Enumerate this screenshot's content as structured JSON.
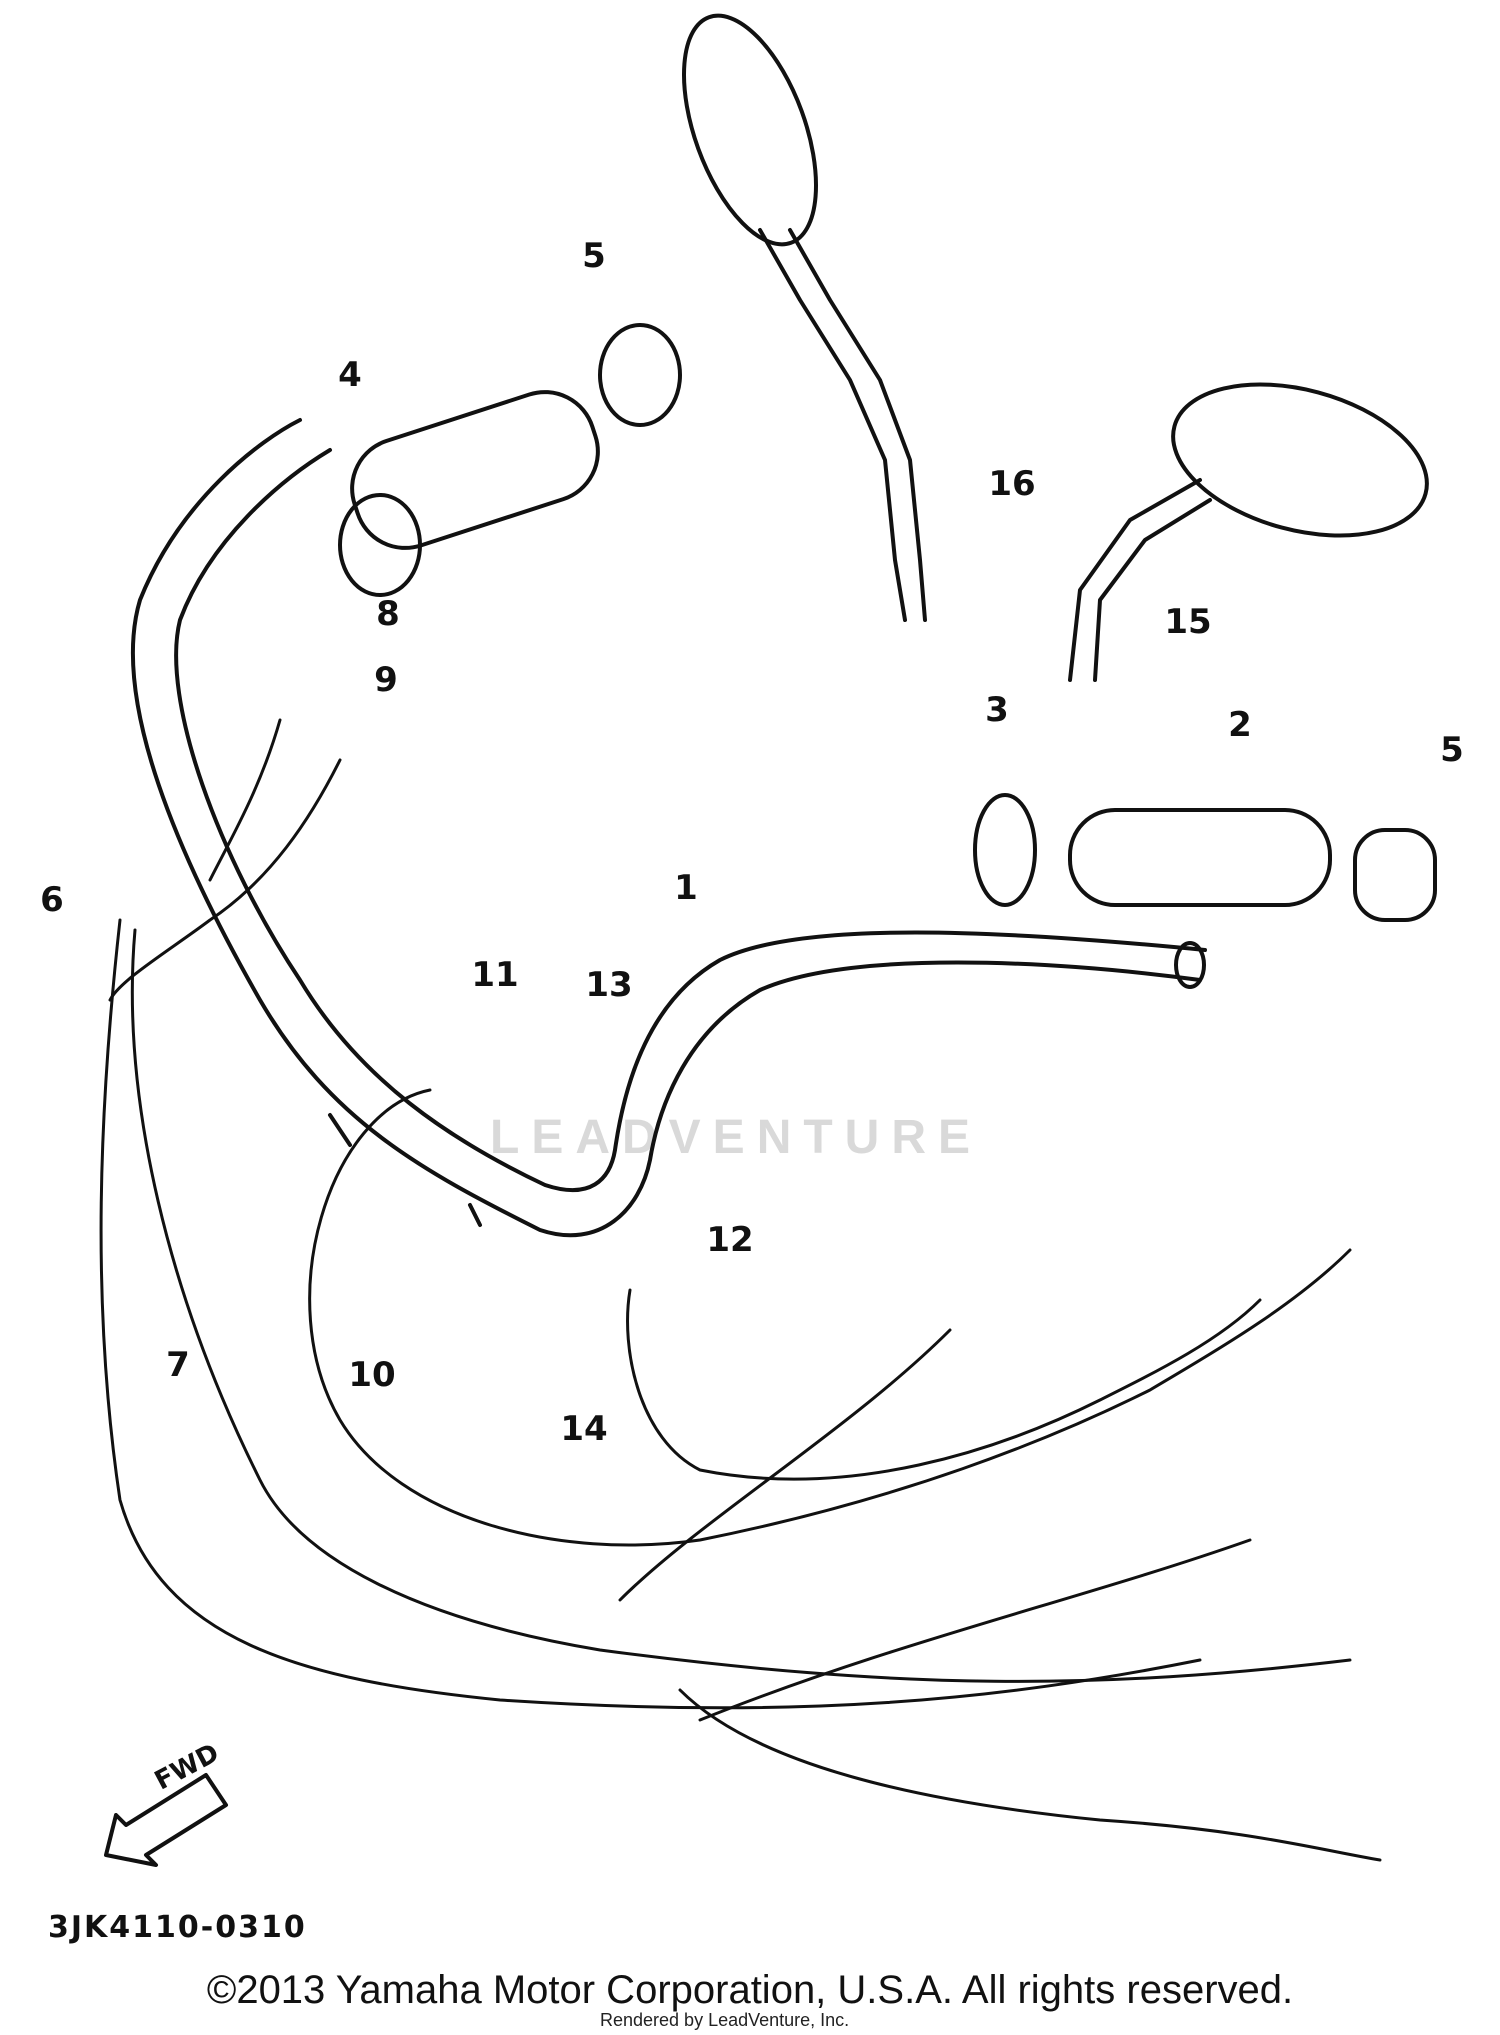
{
  "callouts": [
    {
      "id": "label-1",
      "text": "1"
    },
    {
      "id": "label-2",
      "text": "2"
    },
    {
      "id": "label-3",
      "text": "3"
    },
    {
      "id": "label-4",
      "text": "4"
    },
    {
      "id": "label-5a",
      "text": "5"
    },
    {
      "id": "label-5b",
      "text": "5"
    },
    {
      "id": "label-6",
      "text": "6"
    },
    {
      "id": "label-7",
      "text": "7"
    },
    {
      "id": "label-8",
      "text": "8"
    },
    {
      "id": "label-9",
      "text": "9"
    },
    {
      "id": "label-10",
      "text": "10"
    },
    {
      "id": "label-11",
      "text": "11"
    },
    {
      "id": "label-12",
      "text": "12"
    },
    {
      "id": "label-13",
      "text": "13"
    },
    {
      "id": "label-14",
      "text": "14"
    },
    {
      "id": "label-15",
      "text": "15"
    },
    {
      "id": "label-16",
      "text": "16"
    }
  ],
  "fwd_arrow_label": "FWD",
  "diagram_code": "3JK4110-0310",
  "copyright": "©2013 Yamaha Motor Corporation, U.S.A. All rights reserved.",
  "rendered_by": "Rendered by LeadVenture, Inc.",
  "watermark": "LEADVENTURE",
  "colors": {
    "line": "#111111",
    "background": "#ffffff",
    "watermark": "#d9d9d9"
  }
}
